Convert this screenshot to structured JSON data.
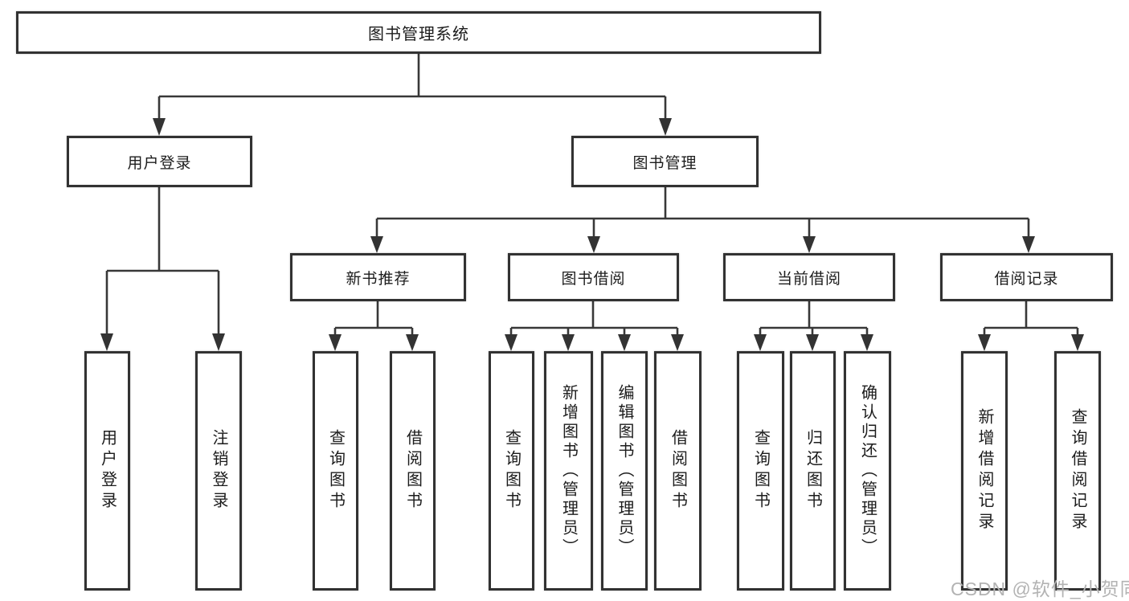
{
  "title": "图书管理系统",
  "colors": {
    "line": "#383838",
    "box_border": "#323232",
    "text": "#1c1c1c",
    "background": "#ffffff",
    "watermark": "#b3b3b3"
  },
  "watermark": {
    "text": "CSDN @软件_小贺同学"
  },
  "nodes": {
    "root": {
      "label": "图书管理系统"
    },
    "user_login": {
      "label": "用户登录"
    },
    "book_mgmt": {
      "label": "图书管理"
    },
    "new_book_rec": {
      "label": "新书推荐"
    },
    "book_borrow": {
      "label": "图书借阅"
    },
    "current_borrow": {
      "label": "当前借阅"
    },
    "borrow_record": {
      "label": "借阅记录"
    },
    "leaf_user_login": {
      "label": "用户登录"
    },
    "leaf_logout": {
      "label": "注销登录"
    },
    "leaf_query_book_newrec": {
      "label": "查询图书"
    },
    "leaf_borrow_book_newrec": {
      "label": "借阅图书"
    },
    "leaf_query_book_borrow": {
      "label": "查询图书"
    },
    "leaf_add_book": {
      "label": "新增图书（管理员）"
    },
    "leaf_edit_book": {
      "label": "编辑图书（管理员）"
    },
    "leaf_borrow_book_borrow": {
      "label": "借阅图书"
    },
    "leaf_query_book_current": {
      "label": "查询图书"
    },
    "leaf_return_book": {
      "label": "归还图书"
    },
    "leaf_confirm_return": {
      "label": "确认归还（管理员）"
    },
    "leaf_add_record": {
      "label": "新增借阅记录"
    },
    "leaf_query_record": {
      "label": "查询借阅记录"
    }
  },
  "hierarchy": {
    "图书管理系统": [
      "用户登录",
      "图书管理"
    ],
    "用户登录": [
      "用户登录",
      "注销登录"
    ],
    "图书管理": [
      "新书推荐",
      "图书借阅",
      "当前借阅",
      "借阅记录"
    ],
    "新书推荐": [
      "查询图书",
      "借阅图书"
    ],
    "图书借阅": [
      "查询图书",
      "新增图书（管理员）",
      "编辑图书（管理员）",
      "借阅图书"
    ],
    "当前借阅": [
      "查询图书",
      "归还图书",
      "确认归还（管理员）"
    ],
    "借阅记录": [
      "新增借阅记录",
      "查询借阅记录"
    ]
  }
}
